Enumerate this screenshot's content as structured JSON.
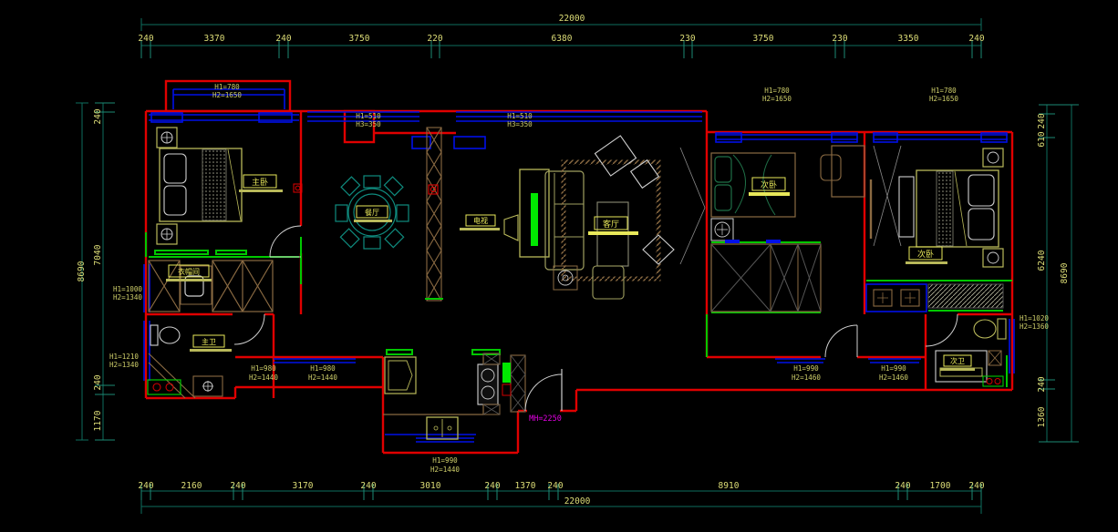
{
  "dims": {
    "top_total": "22000",
    "bottom_total": "22000",
    "left_total": "8690",
    "right_total": "8690",
    "top_chain": [
      "240",
      "3370",
      "240",
      "3750",
      "220",
      "6380",
      "230",
      "3750",
      "230",
      "3350",
      "240"
    ],
    "bottom_chain": [
      "240",
      "2160",
      "240",
      "3170",
      "240",
      "3010",
      "240",
      "1370",
      "240",
      "8910",
      "240",
      "1700",
      "240"
    ],
    "left_chain": [
      "240",
      "7040",
      "240",
      "1170"
    ],
    "right_chain": [
      "240",
      "610",
      "6240",
      "240",
      "1360"
    ]
  },
  "rooms": {
    "master_bedroom": "主卧",
    "cloakroom": "衣帽间",
    "master_bath": "主卫",
    "dining": "餐厅",
    "tv": "电视",
    "living": "客厅",
    "bedroom2": "次卧",
    "bedroom3": "次卧",
    "second_bath": "次卫"
  },
  "heights": {
    "bay_l1": "H1=780",
    "bay_l2": "H2=1650",
    "hw1_l1": "H1=510",
    "hw1_l2": "H3=350",
    "hw2_l1": "H1=510",
    "hw2_l2": "H3=350",
    "b2_l1": "H1=780",
    "b2_l2": "H2=1650",
    "b3_l1": "H1=780",
    "b3_l2": "H2=1650",
    "lw1_l1": "H1=1000",
    "lw1_l2": "H2=1340",
    "lw2_l1": "H1=1210",
    "lw2_l2": "H2=1340",
    "rw1_l1": "H1=1020",
    "rw1_l2": "H2=1360",
    "bw1_l1": "H1=980",
    "bw1_l2": "H2=1440",
    "bw2_l1": "H1=980",
    "bw2_l2": "H2=1440",
    "kw_l1": "H1=990",
    "kw_l2": "H2=1440",
    "cw1_l1": "H1=990",
    "cw1_l2": "H2=1460",
    "cw2_l1": "H1=990",
    "cw2_l2": "H2=1460",
    "door": "MH=2250"
  },
  "colors": {
    "background": "#000000",
    "wall": "#e00000",
    "window": "#0010e8",
    "dimension_line": "#0e6e5e",
    "dimension_text": "#dddd77",
    "label_yellow": "#e8e85a",
    "accent_green": "#00c800",
    "bright_green": "#00e800",
    "wood_brown": "#8a6a42",
    "chair_teal": "#0f8b7e",
    "door_text_magenta": "#e000e0"
  }
}
